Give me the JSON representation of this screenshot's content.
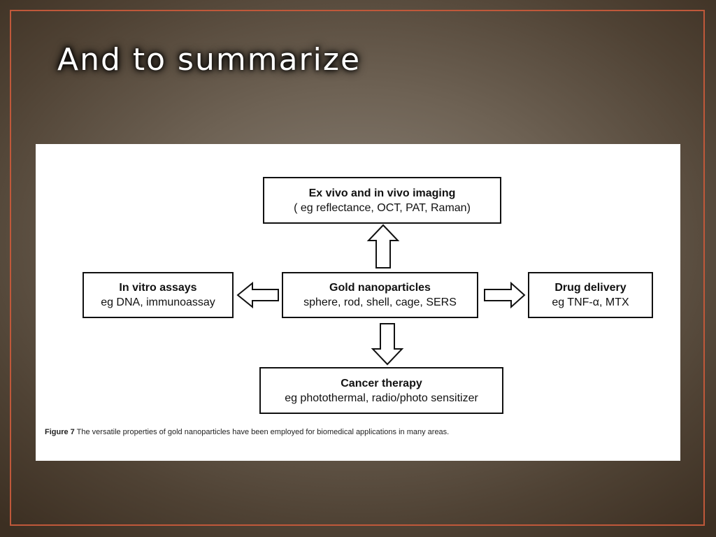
{
  "slide": {
    "title": "And to summarize"
  },
  "diagram": {
    "center": {
      "title": "Gold nanoparticles",
      "subtitle": "sphere, rod, shell, cage, SERS"
    },
    "top": {
      "title": "Ex vivo and in vivo imaging",
      "subtitle": "( eg reflectance, OCT, PAT, Raman)"
    },
    "left": {
      "title": "In vitro assays",
      "subtitle": "eg DNA, immunoassay"
    },
    "right": {
      "title": "Drug delivery",
      "subtitle": "eg TNF-α, MTX"
    },
    "bottom": {
      "title": "Cancer therapy",
      "subtitle": "eg photothermal, radio/photo sensitizer"
    }
  },
  "caption": {
    "label": "Figure 7",
    "text": " The versatile properties of gold nanoparticles have been employed for biomedical applications in many areas."
  },
  "colors": {
    "frame_border": "#c0583a",
    "title_text": "#ffffff",
    "panel_background": "#ffffff",
    "diagram_stroke": "#111111"
  }
}
